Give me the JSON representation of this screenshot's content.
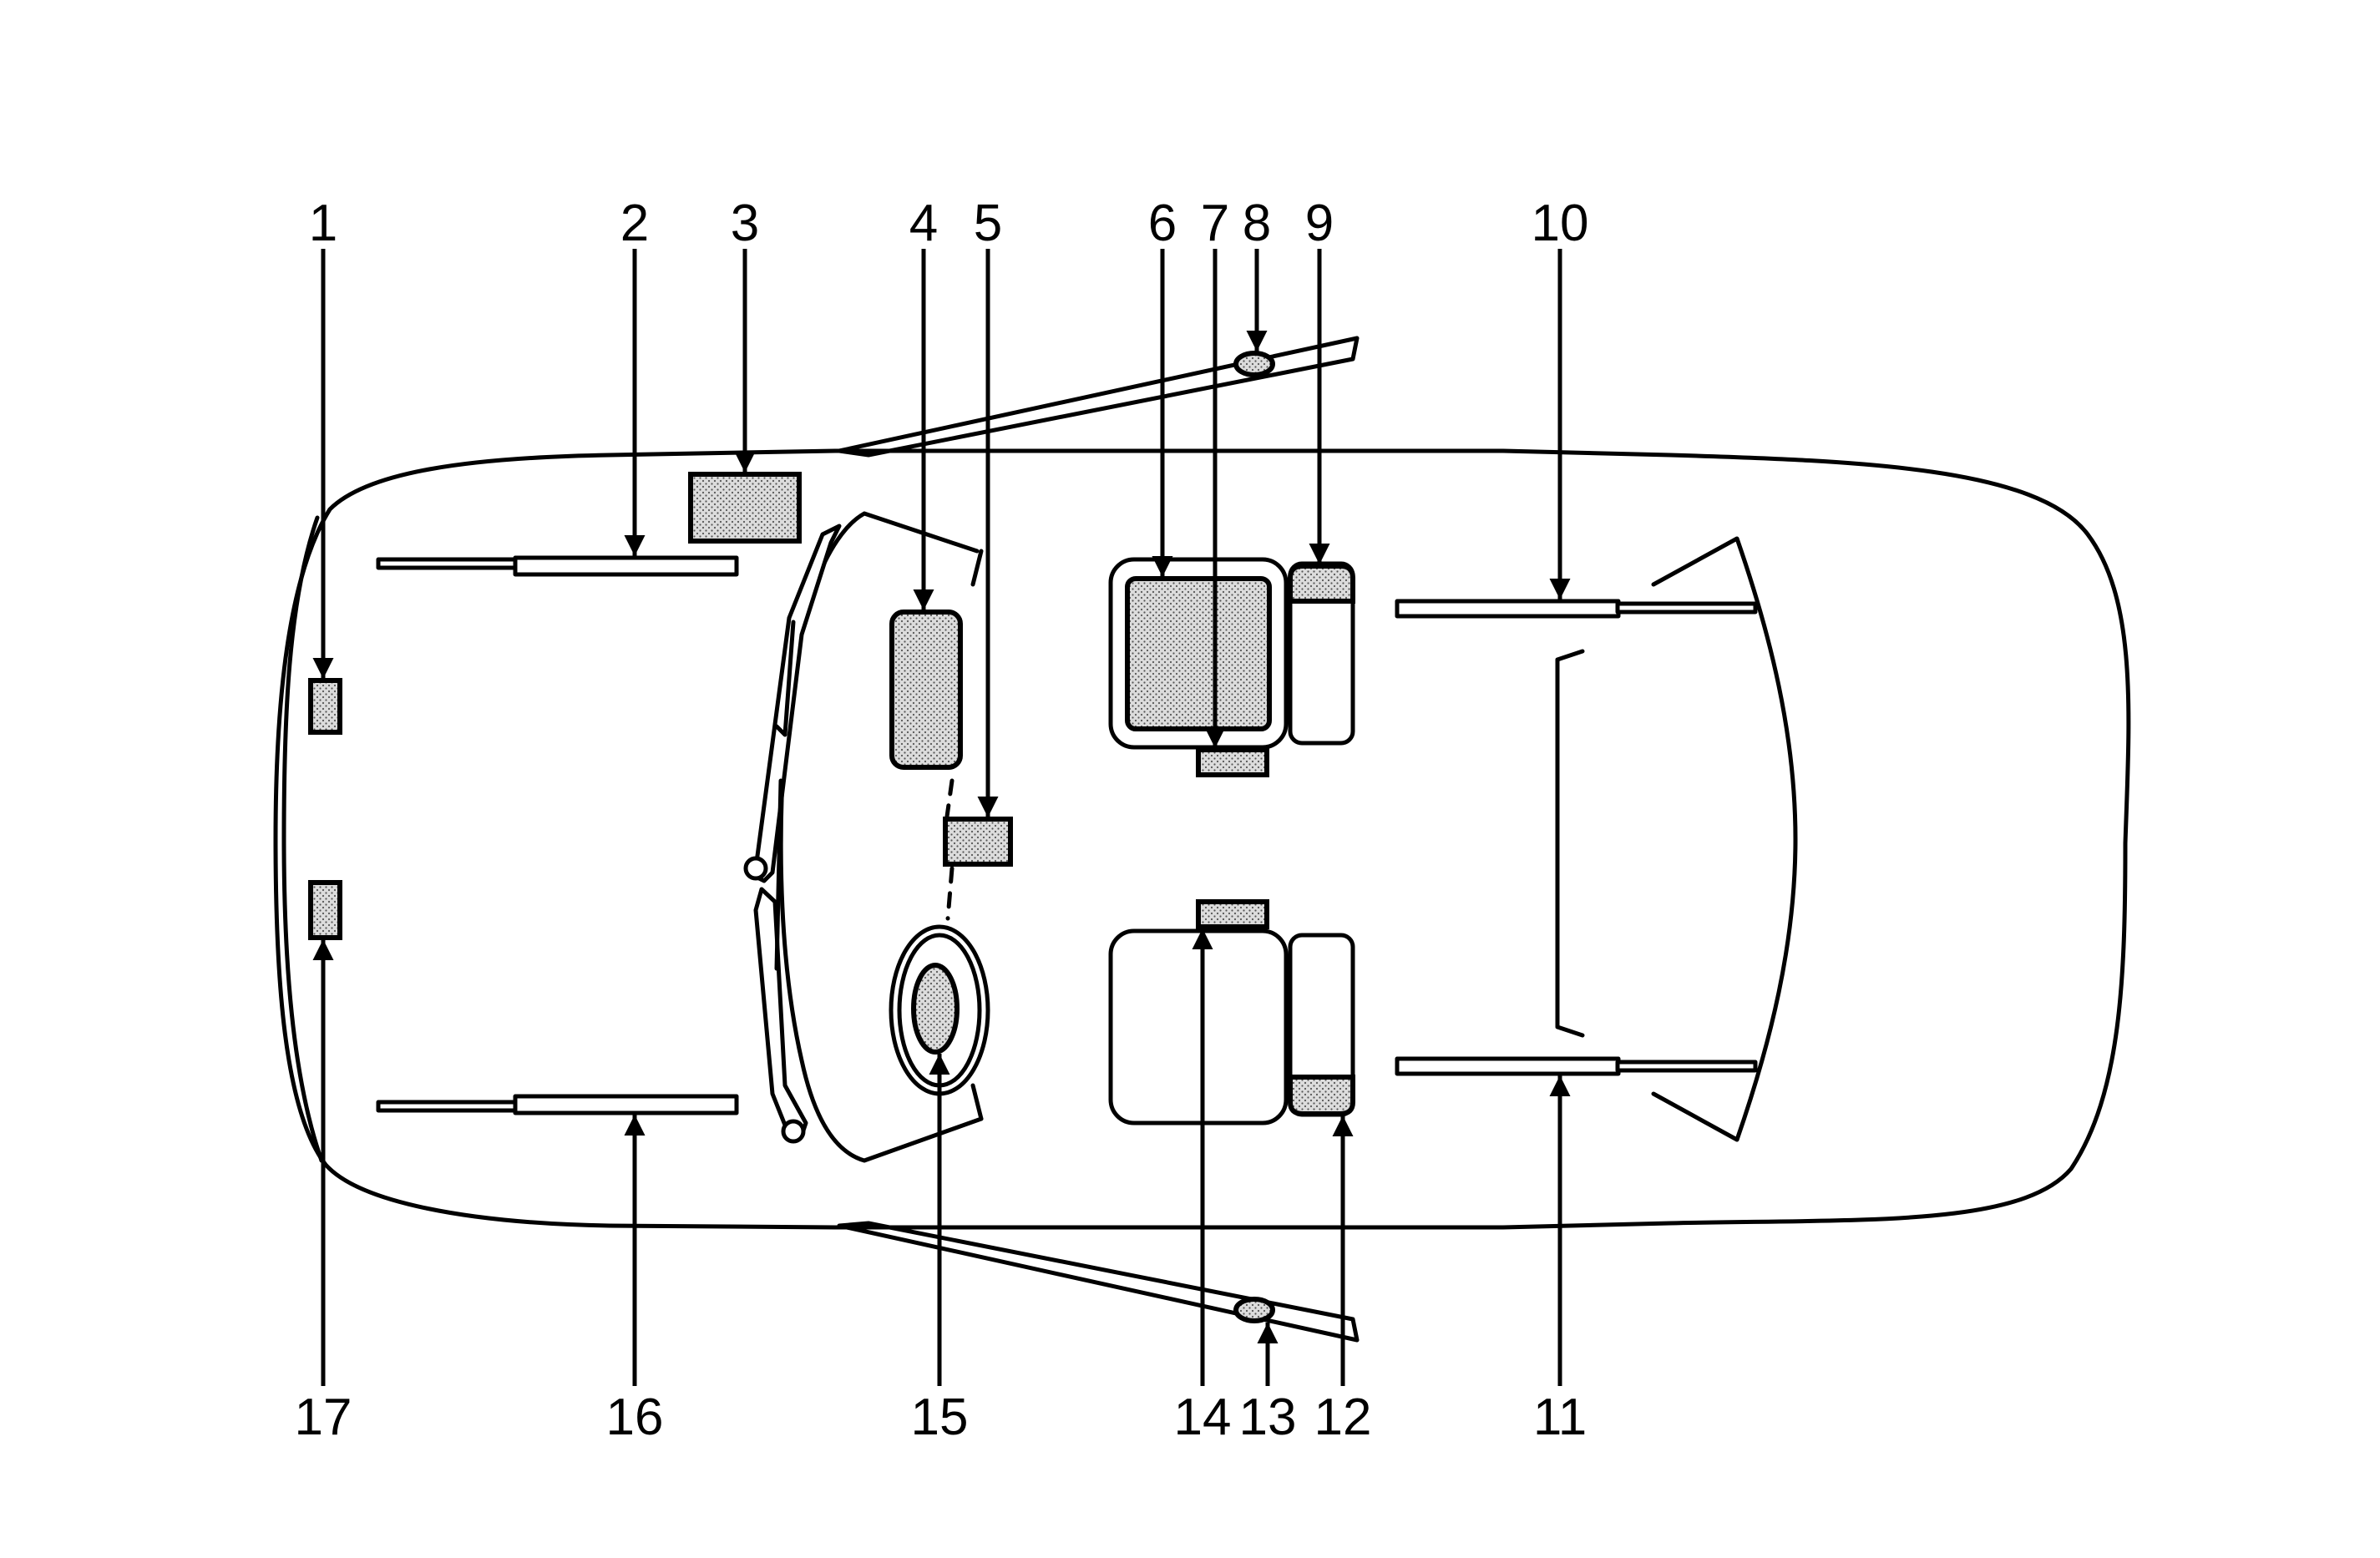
{
  "diagram": {
    "fill_color": "#d8d8d8",
    "callouts": [
      {
        "id": 1,
        "label": "1"
      },
      {
        "id": 2,
        "label": "2"
      },
      {
        "id": 3,
        "label": "3"
      },
      {
        "id": 4,
        "label": "4"
      },
      {
        "id": 5,
        "label": "5"
      },
      {
        "id": 6,
        "label": "6"
      },
      {
        "id": 7,
        "label": "7"
      },
      {
        "id": 8,
        "label": "8"
      },
      {
        "id": 9,
        "label": "9"
      },
      {
        "id": 10,
        "label": "10"
      },
      {
        "id": 11,
        "label": "11"
      },
      {
        "id": 12,
        "label": "12"
      },
      {
        "id": 13,
        "label": "13"
      },
      {
        "id": 14,
        "label": "14"
      },
      {
        "id": 15,
        "label": "15"
      },
      {
        "id": 16,
        "label": "16"
      },
      {
        "id": 17,
        "label": "17"
      }
    ]
  }
}
